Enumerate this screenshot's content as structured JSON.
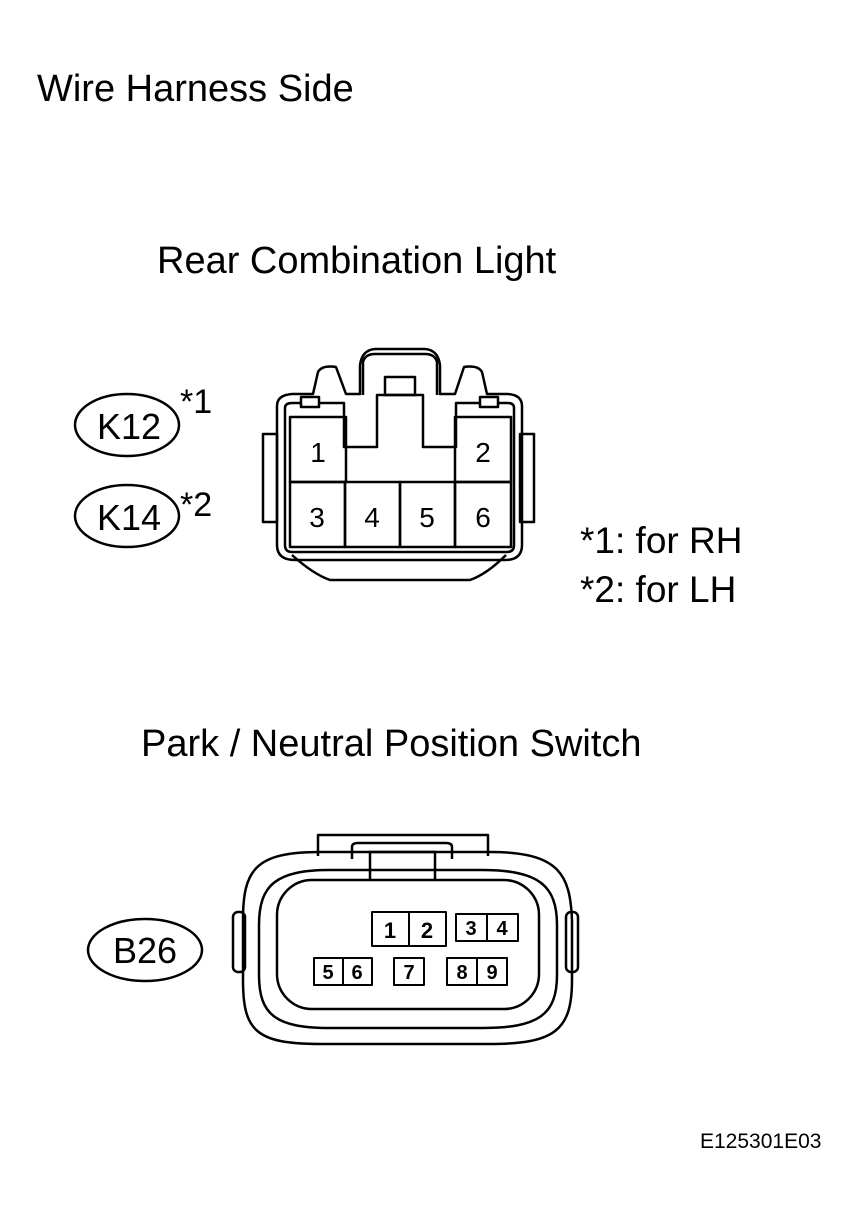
{
  "title": "Wire Harness Side",
  "connector1": {
    "name": "Rear Combination Light",
    "codes": [
      {
        "code": "K12",
        "note_mark": "*1"
      },
      {
        "code": "K14",
        "note_mark": "*2"
      }
    ],
    "pins": [
      "1",
      "2",
      "3",
      "4",
      "5",
      "6"
    ],
    "notes": [
      "*1: for RH",
      "*2: for LH"
    ]
  },
  "connector2": {
    "name": "Park / Neutral Position Switch",
    "code": "B26",
    "pins": [
      "1",
      "2",
      "3",
      "4",
      "5",
      "6",
      "7",
      "8",
      "9"
    ]
  },
  "reference_code": "E125301E03"
}
